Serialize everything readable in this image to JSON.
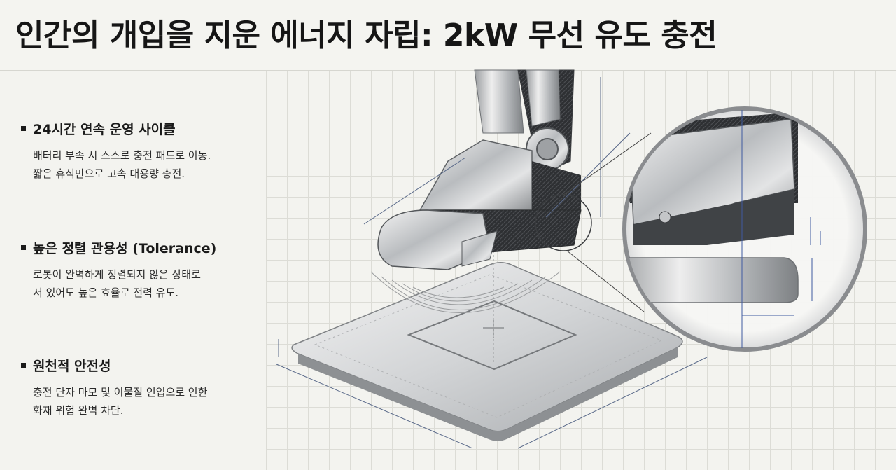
{
  "title": "인간의 개입을 지운 에너지 자립: 2kW 무선 유도 충전",
  "features": [
    {
      "heading": "24시간 연속 운영 사이클",
      "lines": [
        "배터리 부족 시 스스로 충전 패드로 이동.",
        "짧은 휴식만으로 고속 대용량 충전."
      ]
    },
    {
      "heading": "높은 정렬 관용성 (Tolerance)",
      "lines": [
        "로봇이 완벽하게 정렬되지 않은 상태로",
        "서 있어도 높은 효율로 전력 유도."
      ]
    },
    {
      "heading": "원천적 안전성",
      "lines": [
        "충전 단자 마모 및 이물질 인입으로 인한",
        "화재 위험 완벽 차단."
      ]
    }
  ],
  "icons": [
    "robot-foot-illustration",
    "charging-pad-illustration",
    "magnifier-detail-illustration"
  ]
}
